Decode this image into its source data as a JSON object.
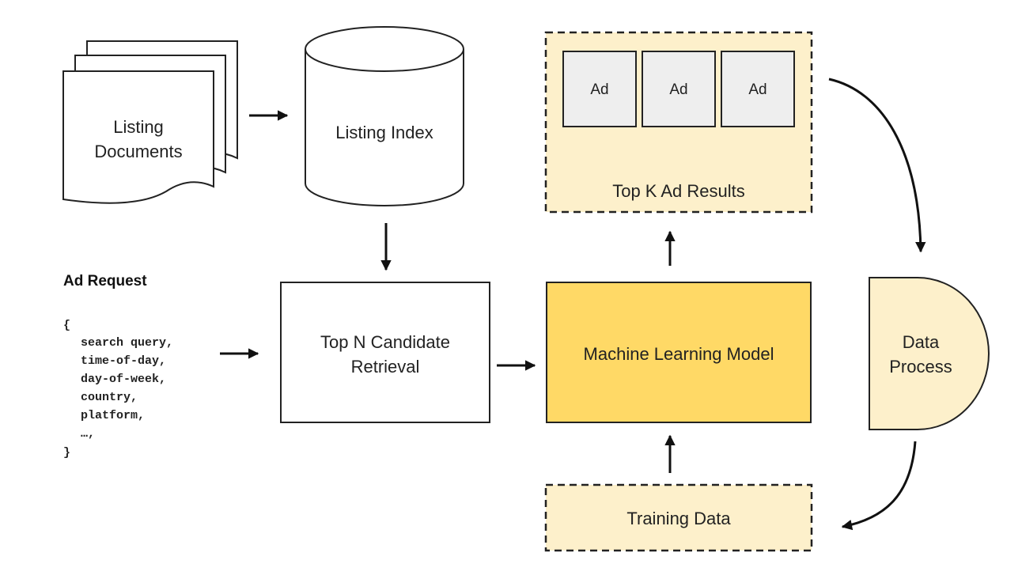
{
  "nodes": {
    "listing_documents": {
      "line1": "Listing",
      "line2": "Documents"
    },
    "listing_index": {
      "label": "Listing Index"
    },
    "top_k": {
      "ads": [
        "Ad",
        "Ad",
        "Ad"
      ],
      "label": "Top K Ad Results"
    },
    "candidate_retrieval": {
      "line1": "Top N Candidate",
      "line2": "Retrieval"
    },
    "ml_model": {
      "label": "Machine Learning Model"
    },
    "data_process": {
      "line1": "Data",
      "line2": "Process"
    },
    "training_data": {
      "label": "Training Data"
    }
  },
  "ad_request": {
    "title": "Ad Request",
    "open_brace": "{",
    "fields": [
      "search query,",
      "time-of-day,",
      "day-of-week,",
      "country,",
      "platform,",
      "…,"
    ],
    "close_brace": "}"
  },
  "colors": {
    "light_yellow": "#fdf0cb",
    "gold": "#ffd966",
    "ad_gray": "#eeeeee",
    "stroke": "#222222",
    "arrow": "#111111"
  }
}
